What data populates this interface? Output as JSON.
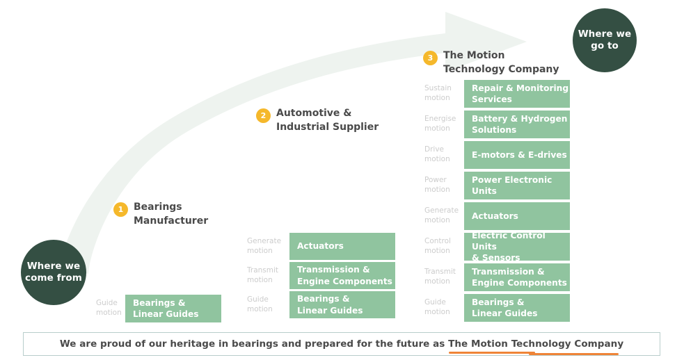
{
  "endpoints": {
    "from": "Where we\ncome from",
    "to": "Where we\ngo to"
  },
  "stages": [
    {
      "number": "1",
      "title": "Bearings\nManufacturer",
      "capabilities": [
        {
          "label": "Guide\nmotion",
          "name": "Bearings &\nLinear Guides"
        }
      ]
    },
    {
      "number": "2",
      "title": "Automotive &\nIndustrial Supplier",
      "capabilities": [
        {
          "label": "Generate\nmotion",
          "name": "Actuators"
        },
        {
          "label": "Transmit\nmotion",
          "name": "Transmission &\nEngine Components"
        },
        {
          "label": "Guide\nmotion",
          "name": "Bearings &\nLinear Guides"
        }
      ]
    },
    {
      "number": "3",
      "title": "The Motion\nTechnology Company",
      "capabilities": [
        {
          "label": "Sustain\nmotion",
          "name": "Repair & Monitoring\nServices"
        },
        {
          "label": "Energise\nmotion",
          "name": "Battery & Hydrogen\nSolutions"
        },
        {
          "label": "Drive\nmotion",
          "name": "E-motors & E-drives"
        },
        {
          "label": "Power\nmotion",
          "name": "Power Electronic\nUnits"
        },
        {
          "label": "Generate\nmotion",
          "name": "Actuators"
        },
        {
          "label": "Control\nmotion",
          "name": "Electric Control Units\n& Sensors"
        },
        {
          "label": "Transmit\nmotion",
          "name": "Transmission &\nEngine Components"
        },
        {
          "label": "Guide\nmotion",
          "name": "Bearings &\nLinear Guides"
        }
      ]
    }
  ],
  "banner": {
    "lead_text": "We are proud of our heritage in bearings and prepared for the future as ",
    "highlight_text": "The Motion Technology Company"
  },
  "colors": {
    "dark_green": "#344f43",
    "capability_green": "#90c49f",
    "stage_number_yellow": "#f5b82b",
    "arrow_green": "#eef3ef",
    "label_gray": "#cccccc",
    "text_gray": "#4a4a4a",
    "banner_border": "#b8cdcb",
    "underline_orange": "#ef8437"
  }
}
